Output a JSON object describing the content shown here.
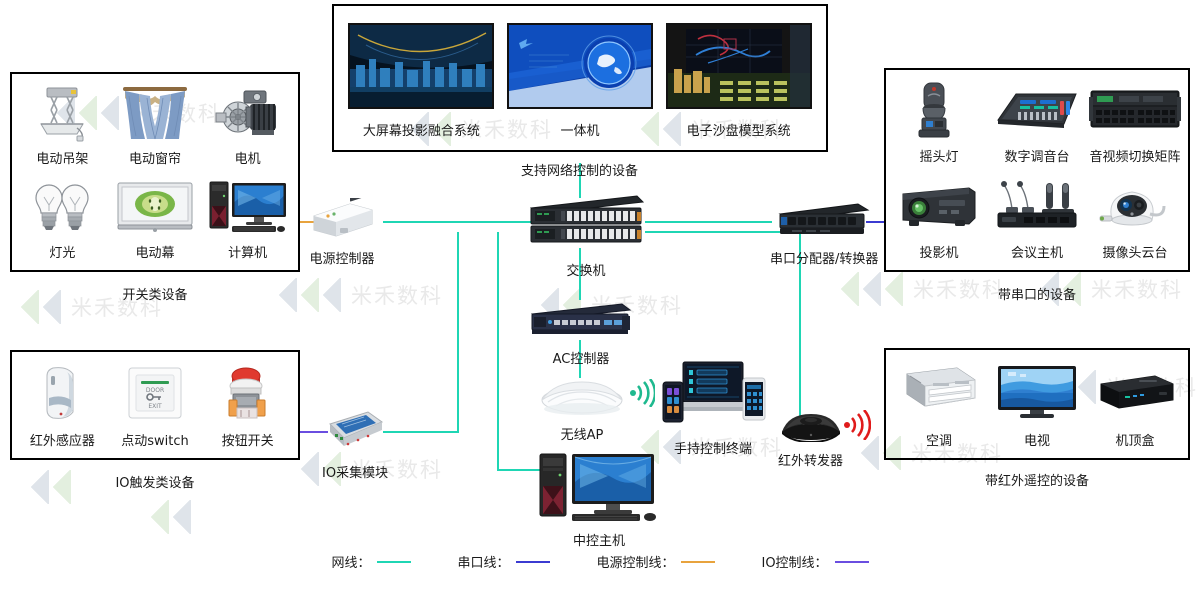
{
  "diagram": {
    "title_hidden": "",
    "center_top_label": "支持网络控制的设备"
  },
  "panels": {
    "switch_devices": {
      "caption": "开关类设备",
      "items": [
        {
          "label": "电动吊架",
          "icon": "motorized-hanger-icon"
        },
        {
          "label": "电动窗帘",
          "icon": "motorized-curtain-icon"
        },
        {
          "label": "电机",
          "icon": "electric-motor-icon"
        },
        {
          "label": "灯光",
          "icon": "lighting-bulbs-icon"
        },
        {
          "label": "电动幕",
          "icon": "motorized-screen-icon"
        },
        {
          "label": "计算机",
          "icon": "computer-icon"
        }
      ]
    },
    "io_trigger_devices": {
      "caption": "IO触发类设备",
      "items": [
        {
          "label": "红外感应器",
          "icon": "pir-sensor-icon"
        },
        {
          "label": "点动switch",
          "icon": "door-exit-switch-icon"
        },
        {
          "label": "按钮开关",
          "icon": "push-button-switch-icon"
        }
      ]
    },
    "display_systems": {
      "items": [
        {
          "label": "大屏幕投影融合系统",
          "icon": "projection-fusion-screen-icon"
        },
        {
          "label": "一体机",
          "icon": "all-in-one-machine-icon"
        },
        {
          "label": "电子沙盘模型系统",
          "icon": "electronic-sandtable-icon"
        }
      ]
    },
    "serial_devices": {
      "caption": "带串口的设备",
      "items": [
        {
          "label": "摇头灯",
          "icon": "moving-head-light-icon"
        },
        {
          "label": "数字调音台",
          "icon": "digital-mixer-icon"
        },
        {
          "label": "音视频切换矩阵",
          "icon": "av-matrix-switcher-icon"
        },
        {
          "label": "投影机",
          "icon": "projector-icon"
        },
        {
          "label": "会议主机",
          "icon": "conference-host-icon"
        },
        {
          "label": "摄像头云台",
          "icon": "ptz-camera-icon"
        }
      ]
    },
    "ir_devices": {
      "caption": "带红外遥控的设备",
      "items": [
        {
          "label": "空调",
          "icon": "air-conditioner-icon"
        },
        {
          "label": "电视",
          "icon": "television-icon"
        },
        {
          "label": "机顶盒",
          "icon": "set-top-box-icon"
        }
      ]
    }
  },
  "nodes": {
    "power_controller": {
      "label": "电源控制器",
      "icon": "power-controller-icon"
    },
    "io_module": {
      "label": "IO采集模块",
      "icon": "io-acquisition-module-icon"
    },
    "switch": {
      "label": "交换机",
      "icon": "network-switch-icon"
    },
    "ac_controller": {
      "label": "AC控制器",
      "icon": "ac-controller-icon"
    },
    "wireless_ap": {
      "label": "无线AP",
      "icon": "wireless-ap-icon"
    },
    "handheld_terminal": {
      "label": "手持控制终端",
      "icon": "handheld-control-terminal-icon"
    },
    "central_host": {
      "label": "中控主机",
      "icon": "central-control-host-icon"
    },
    "ir_transceiver": {
      "label": "红外转发器",
      "icon": "ir-repeater-icon"
    },
    "serial_splitter": {
      "label": "串口分配器/转换器",
      "icon": "serial-splitter-icon"
    }
  },
  "legend": {
    "items": [
      {
        "label": "网线：",
        "color": "#1fd6b4",
        "name": "network-cable"
      },
      {
        "label": "串口线：",
        "color": "#3b3bd1",
        "name": "serial-cable"
      },
      {
        "label": "电源控制线：",
        "color": "#e8a33d",
        "name": "power-control-cable"
      },
      {
        "label": "IO控制线：",
        "color": "#6a4ee0",
        "name": "io-control-cable"
      }
    ]
  },
  "watermark": {
    "text": "米禾数科",
    "chevron_color_a": "#dfe4ea",
    "chevron_color_b": "#e3efdf"
  },
  "colors": {
    "network": "#1fd6b4",
    "serial": "#3b3bd1",
    "power": "#e8a33d",
    "io": "#6a4ee0",
    "ir_wave": "#e01b1b",
    "wifi_wave": "#1fb98f",
    "panel_border": "#000000",
    "text": "#1a1a1a"
  }
}
